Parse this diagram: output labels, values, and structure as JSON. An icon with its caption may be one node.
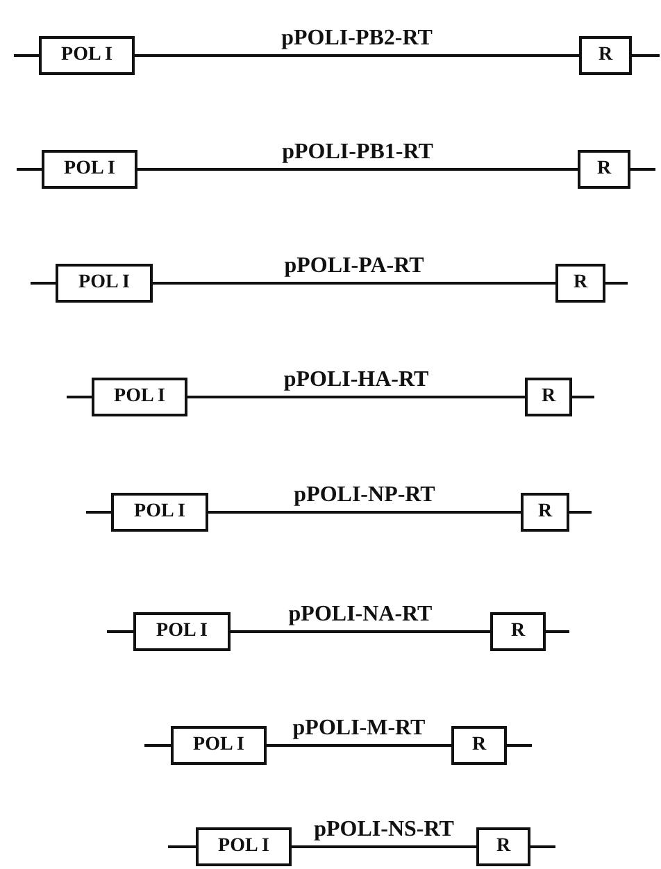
{
  "diagram": {
    "nodes": [
      {
        "text": [
          "POL I"
        ]
      },
      {
        "text": [
          "R"
        ]
      },
      {
        "text": [
          "POL I"
        ]
      },
      {
        "text": [
          "R"
        ]
      },
      {
        "text": [
          "POL I"
        ]
      },
      {
        "text": [
          "R"
        ]
      },
      {
        "text": [
          "POL I"
        ]
      },
      {
        "text": [
          "R"
        ]
      },
      {
        "text": [
          "POL I"
        ]
      },
      {
        "text": [
          "R"
        ]
      },
      {
        "text": [
          "POL I"
        ]
      },
      {
        "text": [
          "R"
        ]
      },
      {
        "text": [
          "POL I"
        ]
      },
      {
        "text": [
          "R"
        ]
      },
      {
        "text": [
          "POL I"
        ]
      },
      {
        "text": [
          "R"
        ]
      }
    ],
    "edges": [
      {
        "from": null,
        "to": 0,
        "arrow": "none"
      },
      {
        "from": 0,
        "to": 1,
        "arrow": "none",
        "label": "pPOLI-PB2-RT"
      },
      {
        "from": 1,
        "to": null,
        "arrow": "none"
      },
      {
        "from": null,
        "to": 2,
        "arrow": "none"
      },
      {
        "from": 2,
        "to": 3,
        "arrow": "none",
        "label": "pPOLI-PB1-RT"
      },
      {
        "from": 3,
        "to": null,
        "arrow": "none"
      },
      {
        "from": null,
        "to": 4,
        "arrow": "none"
      },
      {
        "from": 4,
        "to": 5,
        "arrow": "none",
        "label": "pPOLI-PA-RT"
      },
      {
        "from": 5,
        "to": null,
        "arrow": "none"
      },
      {
        "from": null,
        "to": 6,
        "arrow": "none"
      },
      {
        "from": 6,
        "to": 7,
        "arrow": "none",
        "label": "pPOLI-HA-RT"
      },
      {
        "from": 7,
        "to": null,
        "arrow": "none"
      },
      {
        "from": null,
        "to": 8,
        "arrow": "none"
      },
      {
        "from": 8,
        "to": 9,
        "arrow": "none",
        "label": "pPOLI-NP-RT"
      },
      {
        "from": 9,
        "to": null,
        "arrow": "none"
      },
      {
        "from": null,
        "to": 10,
        "arrow": "none"
      },
      {
        "from": 10,
        "to": 11,
        "arrow": "none",
        "label": "pPOLI-NA-RT"
      },
      {
        "from": 11,
        "to": null,
        "arrow": "none"
      },
      {
        "from": null,
        "to": 12,
        "arrow": "none"
      },
      {
        "from": 12,
        "to": 13,
        "arrow": "none",
        "label": "pPOLI-M-RT"
      },
      {
        "from": 13,
        "to": null,
        "arrow": "none"
      },
      {
        "from": null,
        "to": 14,
        "arrow": "none"
      },
      {
        "from": 14,
        "to": 15,
        "arrow": "none",
        "label": "pPOLI-NS-RT"
      },
      {
        "from": 15,
        "to": null,
        "arrow": "none"
      }
    ]
  }
}
